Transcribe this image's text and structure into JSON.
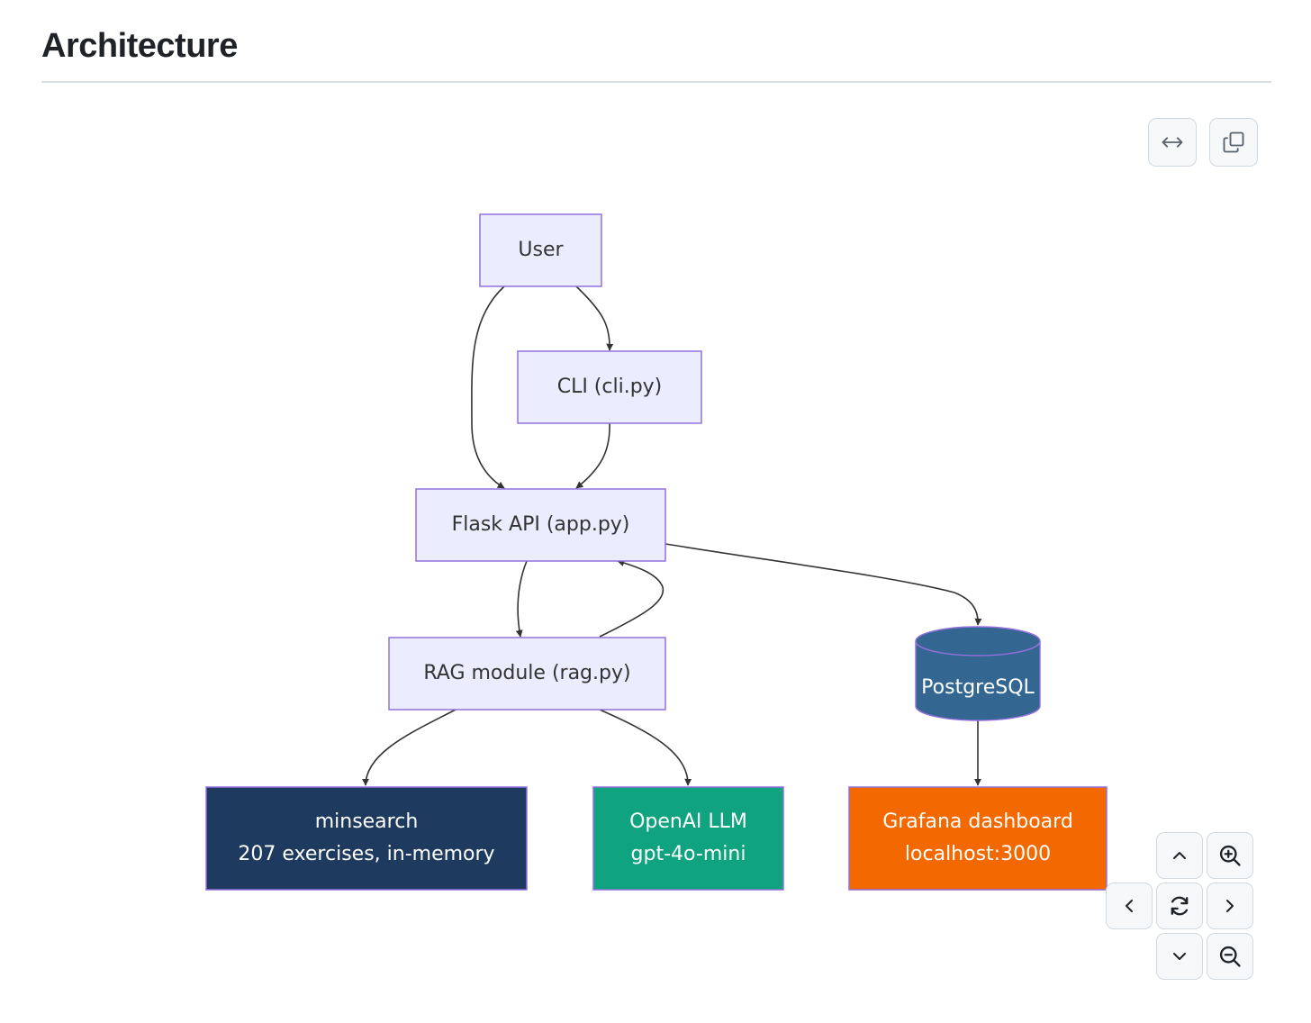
{
  "section": {
    "title": "Architecture"
  },
  "toolbar": {
    "fullwidth_icon": "arrows-left-right-icon",
    "copy_icon": "copy-icon"
  },
  "diagram": {
    "nodes": {
      "user": {
        "label": "User"
      },
      "cli": {
        "label": "CLI (cli.py)"
      },
      "flask": {
        "label": "Flask API (app.py)"
      },
      "rag": {
        "label": "RAG module (rag.py)"
      },
      "postgres": {
        "label": "PostgreSQL"
      },
      "minsearch": {
        "line1": "minsearch",
        "line2": "207 exercises, in-memory"
      },
      "openai": {
        "line1": "OpenAI LLM",
        "line2": "gpt-4o-mini"
      },
      "grafana": {
        "line1": "Grafana dashboard",
        "line2": "localhost:3000"
      }
    },
    "colors": {
      "default_fill": "#ececff",
      "default_stroke": "#9370db",
      "postgres_fill": "#336791",
      "minsearch_fill": "#1e3a5f",
      "openai_fill": "#10a37f",
      "grafana_fill": "#f46800",
      "edge": "#333333"
    }
  },
  "zoom_controls": {
    "pan_up_icon": "chevron-up-icon",
    "zoom_in_icon": "zoom-in-icon",
    "pan_left_icon": "chevron-left-icon",
    "reset_icon": "refresh-icon",
    "pan_right_icon": "chevron-right-icon",
    "pan_down_icon": "chevron-down-icon",
    "zoom_out_icon": "zoom-out-icon"
  }
}
